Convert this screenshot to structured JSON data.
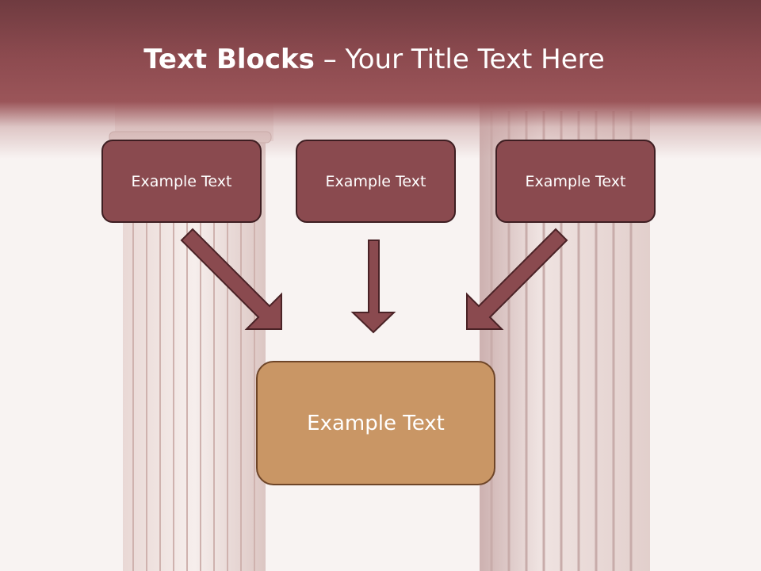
{
  "slide": {
    "title_bold": "Text Blocks",
    "title_rest": " – Your Title Text Here",
    "blocks": [
      {
        "label": "Example Text"
      },
      {
        "label": "Example Text"
      },
      {
        "label": "Example Text"
      }
    ],
    "target": {
      "label": "Example Text"
    }
  },
  "colors": {
    "header": "#8c4a4f",
    "block_fill": "#8a4a4f",
    "block_border": "#3e1e22",
    "target_fill": "#c99665",
    "target_border": "#6e4528",
    "arrow_fill": "#8a4a4f",
    "column": "#e3cfcc"
  }
}
